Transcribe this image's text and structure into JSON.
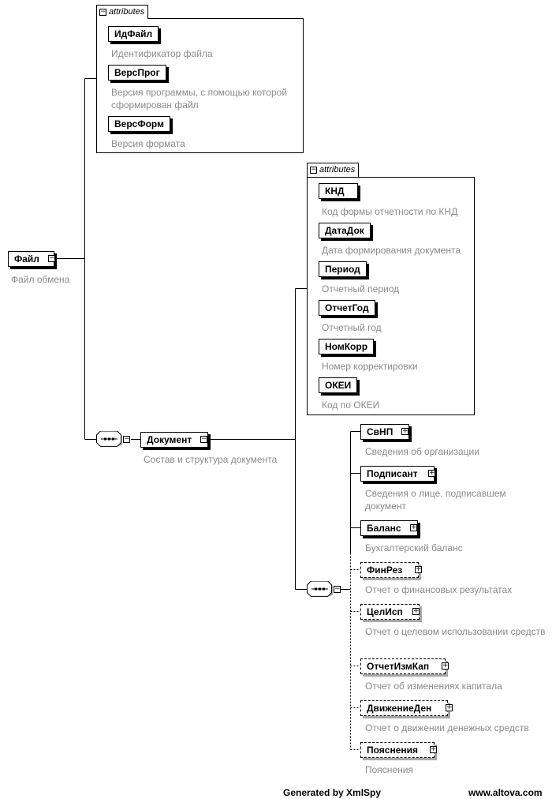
{
  "root": {
    "name": "Файл",
    "desc": "Файл обмена"
  },
  "root_attributes": {
    "header": "attributes",
    "items": [
      {
        "name": "ИдФайл",
        "desc": "Идентификатор файла"
      },
      {
        "name": "ВерсПрог",
        "desc": "Версия программы, с помощью которой сформирован файл"
      },
      {
        "name": "ВерсФорм",
        "desc": "Версия формата"
      }
    ]
  },
  "document": {
    "name": "Документ",
    "desc": "Состав и структура документа"
  },
  "document_attributes": {
    "header": "attributes",
    "items": [
      {
        "name": "КНД",
        "desc": "Код формы отчетности по КНД"
      },
      {
        "name": "ДатаДок",
        "desc": "Дата формирования документа"
      },
      {
        "name": "Период",
        "desc": "Отчетный период"
      },
      {
        "name": "ОтчетГод",
        "desc": "Отчетный год"
      },
      {
        "name": "НомКорр",
        "desc": "Номер корректировки"
      },
      {
        "name": "ОКЕИ",
        "desc": "Код по ОКЕИ"
      }
    ]
  },
  "children": [
    {
      "name": "СвНП",
      "desc": "Сведения об организации",
      "optional": false
    },
    {
      "name": "Подписант",
      "desc": "Сведения о лице, подписавшем документ",
      "optional": false
    },
    {
      "name": "Баланс",
      "desc": "Бухгалтерский баланс",
      "optional": false
    },
    {
      "name": "ФинРез",
      "desc": "Отчет о финансовых результатах",
      "optional": true
    },
    {
      "name": "ЦелИсп",
      "desc": "Отчет о целевом использовании средств",
      "optional": true
    },
    {
      "name": "ОтчетИзмКап",
      "desc": "Отчет об изменениях капитала",
      "optional": true
    },
    {
      "name": "ДвижениеДен",
      "desc": "Отчет о движении денежных средств",
      "optional": true
    },
    {
      "name": "Пояснения",
      "desc": "Пояснения",
      "optional": true
    }
  ],
  "footer": {
    "generated": "Generated by XmlSpy",
    "site": "www.altova.com"
  },
  "icons": {
    "collapse": "minus-box-icon",
    "expand": "plus-box-icon",
    "sequence": "sequence-compositor-icon"
  }
}
